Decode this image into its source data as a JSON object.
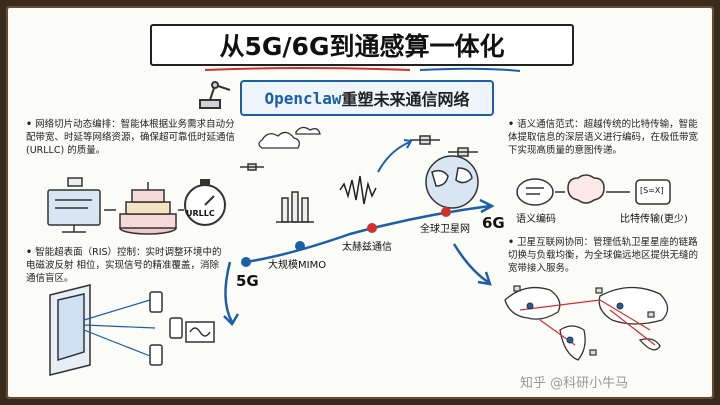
{
  "title": "从5G/6G到通感算一体化",
  "subtitle_brand": "Openclaw",
  "subtitle_rest": "重塑未来通信网络",
  "left_top": {
    "bullet": "•",
    "text": "网络切片动态编排：智能体根据业务需求自动分配带宽、时延等网络资源，确保超可靠低时延通信 (URLLC) 的质量。"
  },
  "left_bottom": {
    "bullet": "•",
    "text": "智能超表面（RIS）控制：实时调整环境中的电磁波反射 相位，实现信号的精准覆盖，消除通信盲区。"
  },
  "right_top": {
    "bullet": "•",
    "text": "语义通信范式：超越传统的比特传输，智能体提取信息的深层语义进行编码，在极低带宽下实现高质量的意图传递。"
  },
  "right_bottom": {
    "bullet": "•",
    "text": "卫星互联网协同：管理低轨卫星星座的链路切换与负载均衡，为全球偏远地区提供无缝的宽带接入服务。"
  },
  "stopwatch_label": "URLLC",
  "timeline": {
    "start": "5G",
    "end": "6G",
    "nodes": [
      "大规模MIMO",
      "太赫兹通信",
      "全球卫星网"
    ]
  },
  "semantic": {
    "encode": "语义编码",
    "bits": "比特传输(更少)",
    "symbol": "[S=X]"
  },
  "watermark": "知乎 @科研小牛马",
  "colors": {
    "blue": "#1b5fa8",
    "red": "#d0312d",
    "ink": "#222222"
  }
}
